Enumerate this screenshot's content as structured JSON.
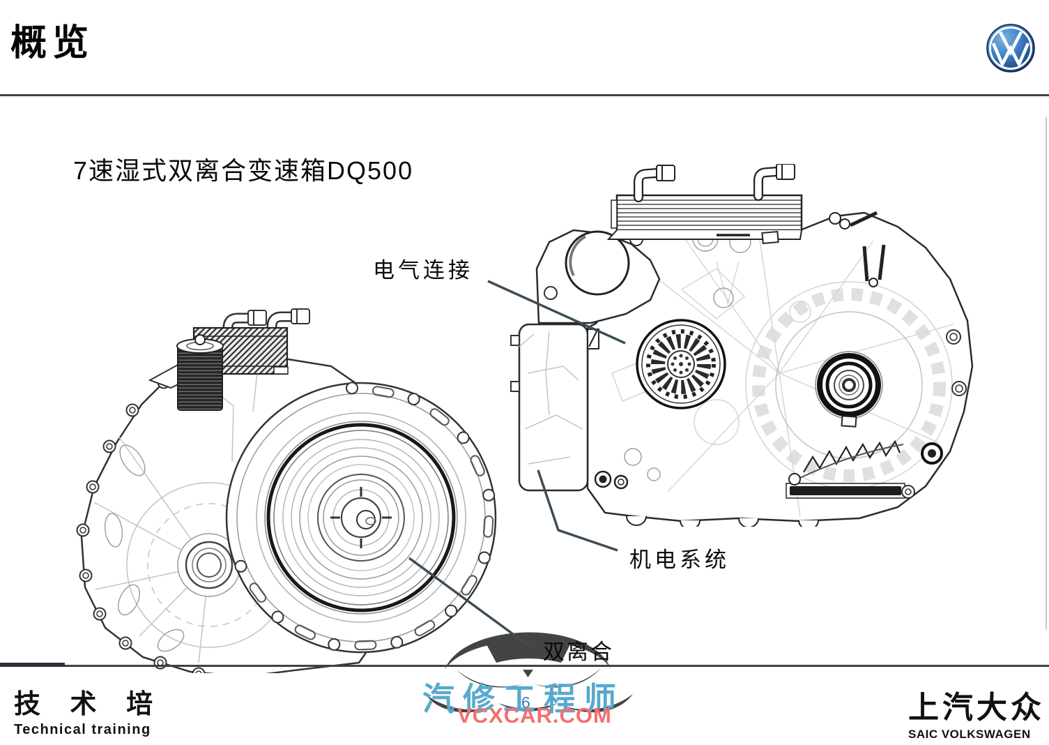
{
  "header": {
    "heading": "概览"
  },
  "content": {
    "slide_title": "7速湿式双离合变速箱DQ500",
    "callouts": {
      "electrical": "电气连接",
      "mechatronic": "机电系统",
      "dual_clutch": "双离合"
    }
  },
  "footer": {
    "left_cn": "技 术 培 训",
    "left_en": "Technical training",
    "right_cn": "上汽大众",
    "right_en": "SAIC VOLKSWAGEN",
    "page_number": "6"
  },
  "watermark": {
    "brand_cn": "汽修工程师",
    "brand_url": "VCXCAR.COM"
  },
  "branding": {
    "logo_name": "volkswagen-logo",
    "vw_blue_dark": "#123a6e",
    "vw_blue_light": "#4a90d0"
  },
  "colors": {
    "rule_slate": "#39434c",
    "leader_line": "#3d4c56",
    "watermark_blue": "#58a9ce",
    "watermark_red": "#f27070",
    "page_number_blue": "#3f7ab3"
  }
}
